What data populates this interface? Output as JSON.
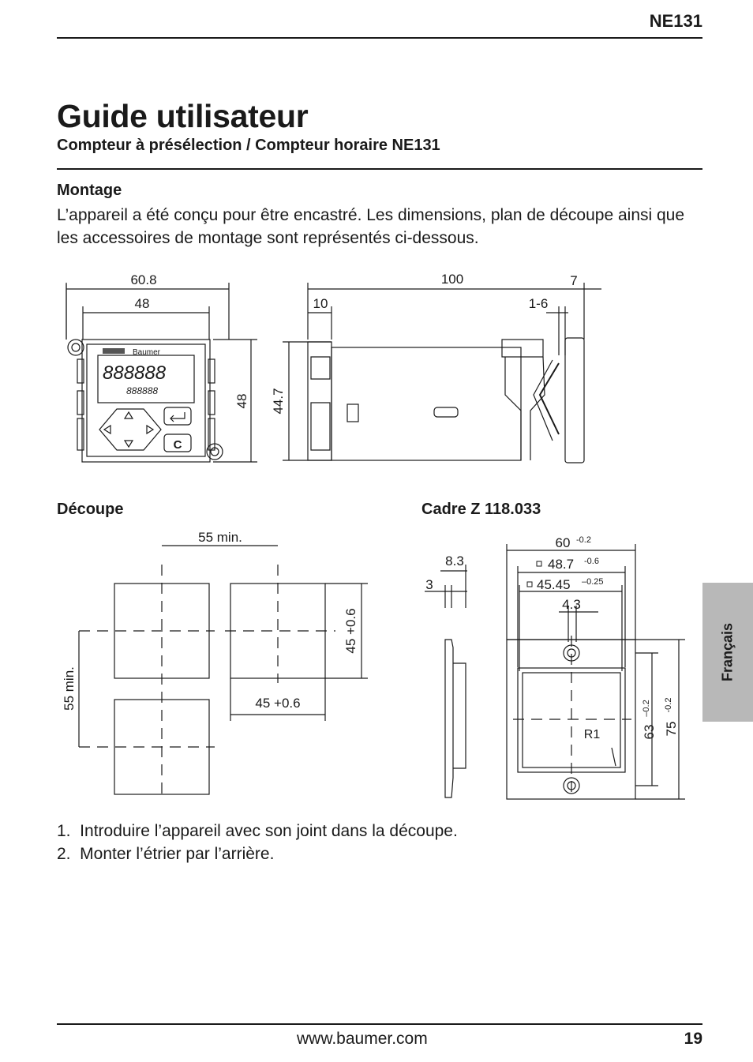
{
  "header": {
    "model": "NE131"
  },
  "title": "Guide utilisateur",
  "subtitle": "Compteur à présélection / Compteur horaire NE131",
  "montage": {
    "heading": "Montage",
    "text": "L’appareil a été conçu pour être encastré. Les dimensions, plan de découpe ainsi que les accessoires de montage sont représentés ci-dessous."
  },
  "device_drawing": {
    "front": {
      "width_overall": "60.8",
      "width": "48",
      "height": "48",
      "brand": "Baumer",
      "main_display": "888888",
      "sub_display": "888888",
      "key_c": "C"
    },
    "side": {
      "length": "100",
      "bezel": "7",
      "front_depth": "10",
      "clip_range": "1-6",
      "height": "44.7"
    }
  },
  "decoupe": {
    "heading": "Découpe",
    "spacing_h": "55 min.",
    "spacing_v": "55 min.",
    "cut_w": "45 +0.6",
    "cut_h": "45 +0.6"
  },
  "cadre": {
    "heading": "Cadre Z 118.033",
    "w_outer": "60",
    "w_outer_tol": "-0.2",
    "w_inner": "48.7",
    "w_inner_tol": "-0.6",
    "w_open": "45.45",
    "w_open_tol": "–0.25",
    "hole": "4.3",
    "depth": "8.3",
    "thick": "3",
    "h_holes": "63",
    "h_holes_tol": "–0.2",
    "h_outer": "75",
    "h_outer_tol": "-0.2",
    "radius": "R1"
  },
  "steps": [
    "1.  Introduire l’appareil avec son joint dans la découpe.",
    "2.  Monter l’étrier par l’arrière."
  ],
  "side_tab": "Français",
  "footer": {
    "url": "www.baumer.com",
    "page": "19"
  }
}
